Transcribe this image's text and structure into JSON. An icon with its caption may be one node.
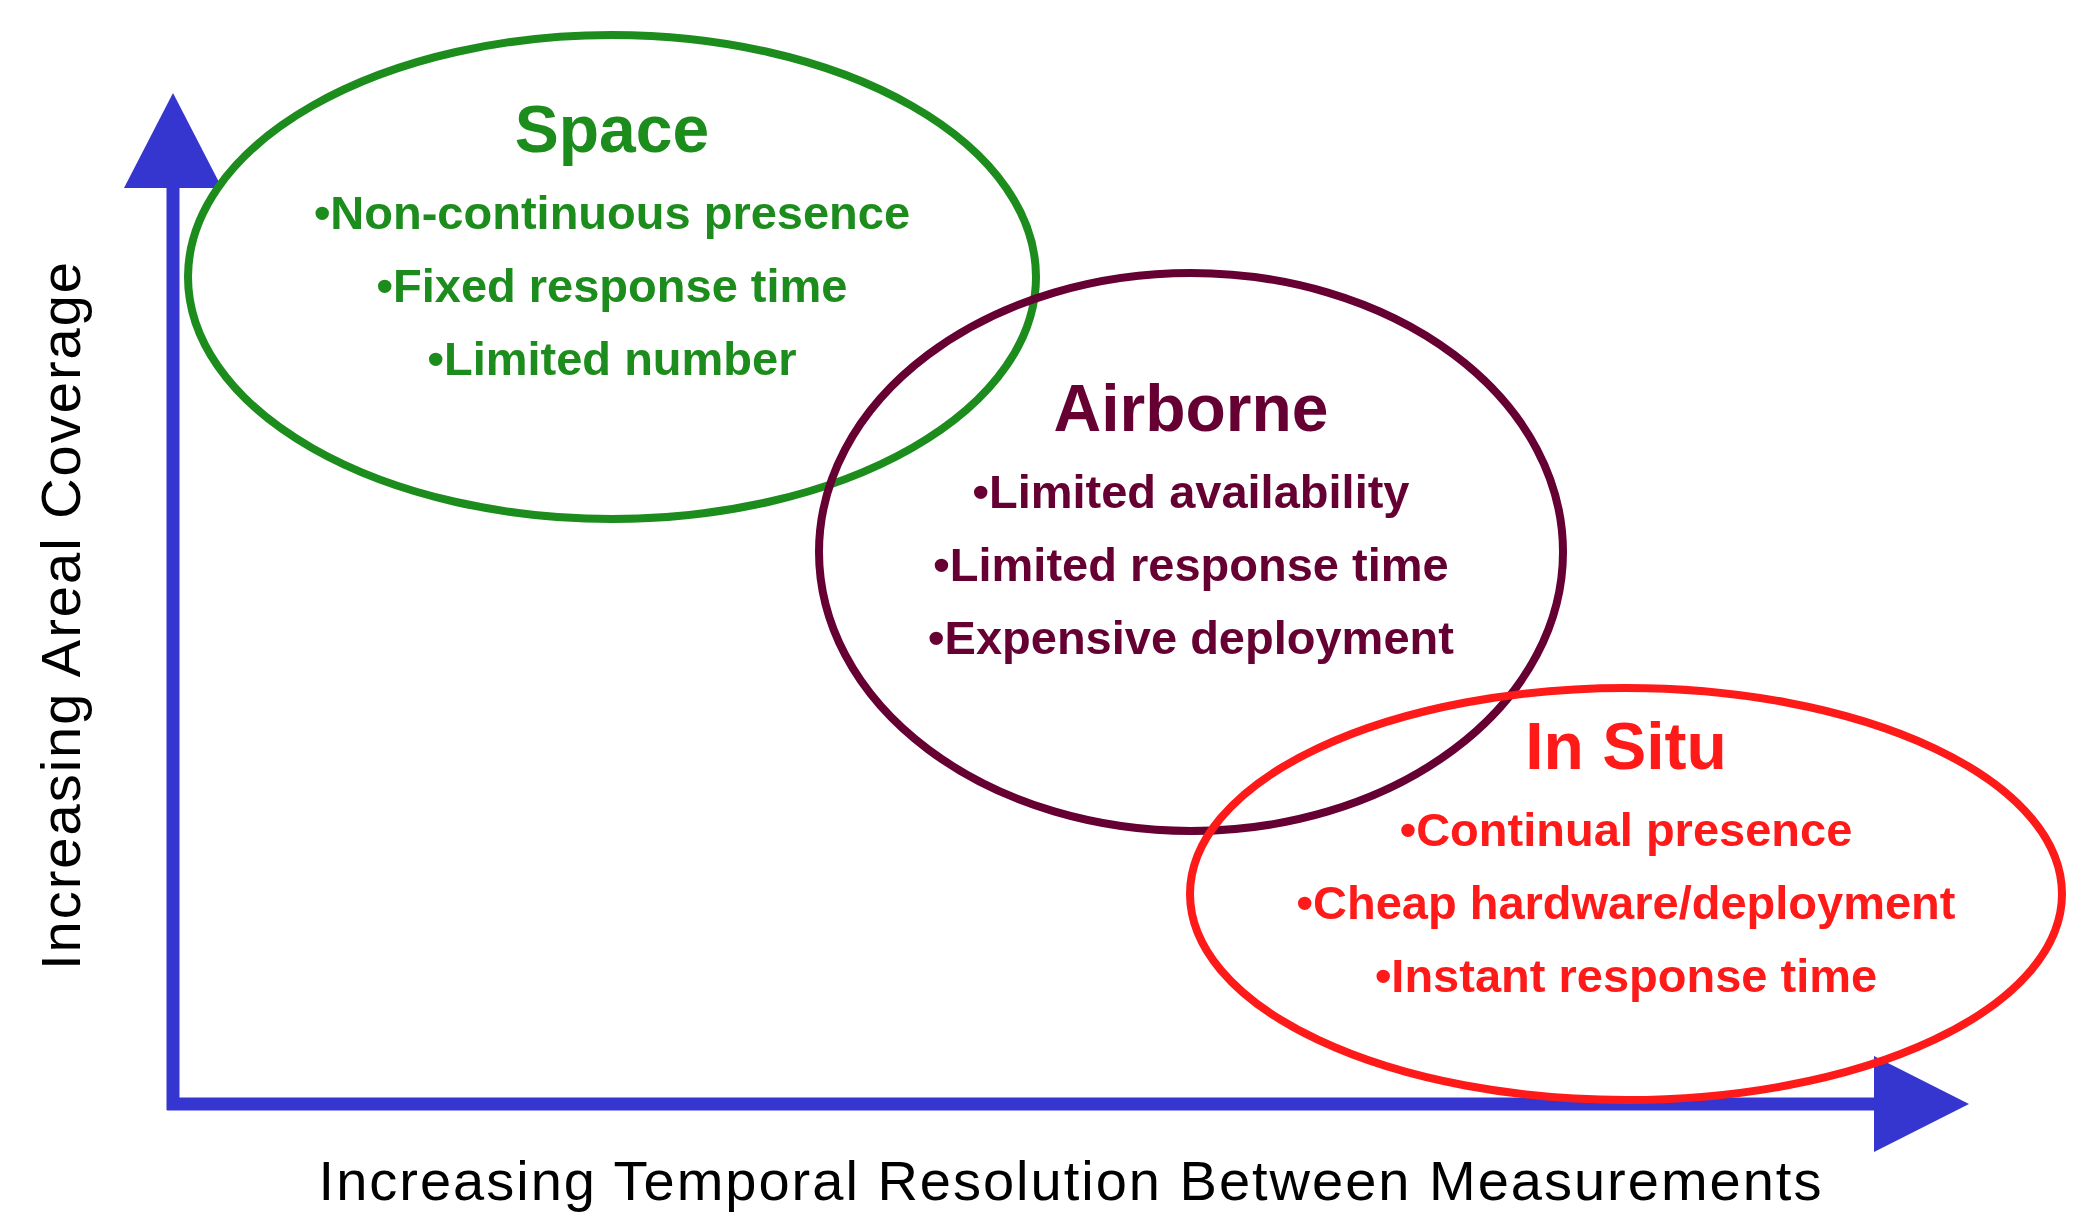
{
  "diagram": {
    "nodes": [
      {
        "text": [
          "Space",
          "•Non-continuous presence",
          "•Fixed response time",
          "•Limited number"
        ]
      },
      {
        "text": [
          "Airborne",
          "•Limited availability",
          "•Limited response time",
          "•Expensive deployment"
        ]
      },
      {
        "text": [
          "In Situ",
          "•Continual presence",
          "•Cheap hardware/deployment",
          "•Instant response time"
        ]
      }
    ],
    "edges": [],
    "labels": [
      "Increasing Areal Coverage",
      "Increasing Temporal Resolution Between Measurements"
    ]
  }
}
